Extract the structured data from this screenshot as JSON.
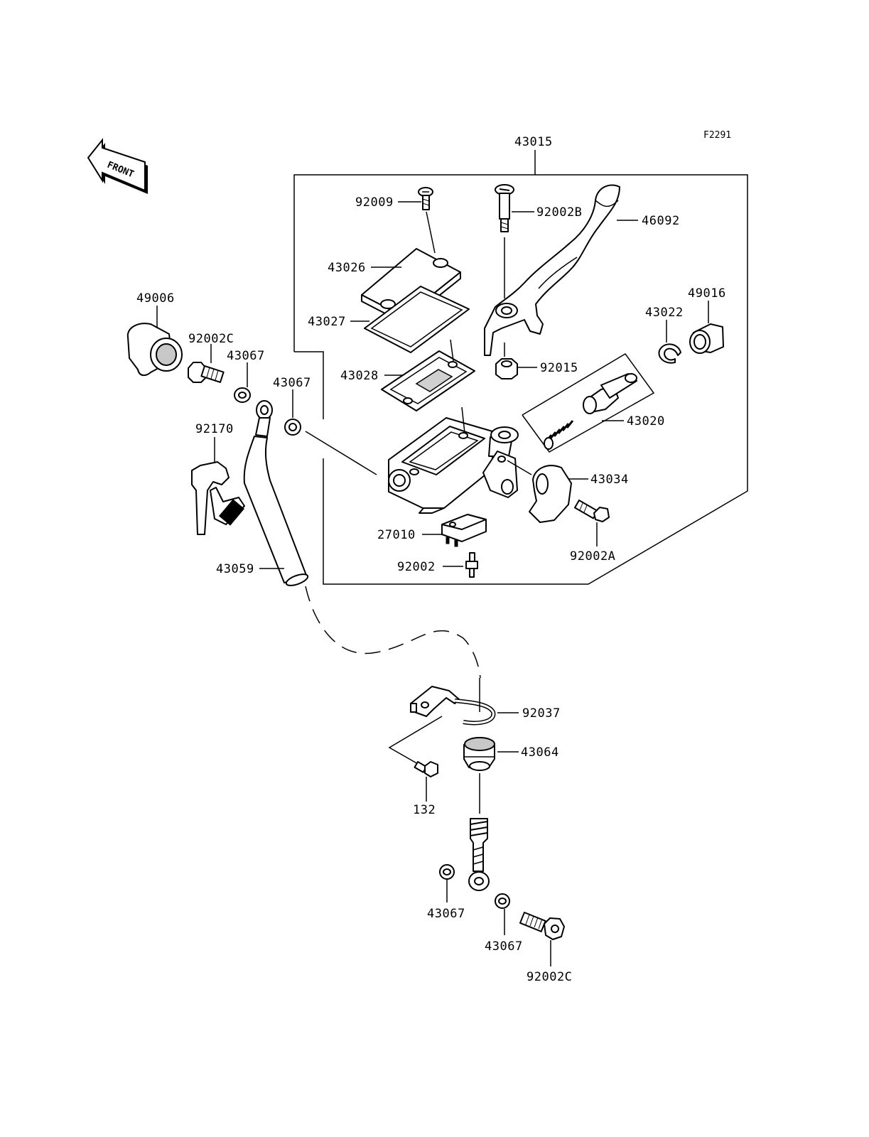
{
  "figure_code": "F2291",
  "front_arrow_label": "FRONT",
  "part_labels": {
    "assembly": "43015",
    "screw_cap": "92009",
    "bolt_lever_pivot": "92002B",
    "lever": "46092",
    "cap": "43026",
    "plate": "43027",
    "diaphragm": "43028",
    "boot_lever": "49006",
    "bolt_banjo_top": "92002C",
    "washer_top_left": "43067",
    "washer_top_right": "43067",
    "bracket_clamp": "92170",
    "hose": "43059",
    "circlip": "43022",
    "boot_piston": "49016",
    "nut_pivot": "92015",
    "piston_set": "43020",
    "holder_clamp": "43034",
    "switch": "27010",
    "bolt_switch": "92002",
    "bolt_clamp": "92002A",
    "clamp_hose": "92037",
    "bolt_bracket": "132",
    "grommet": "43064",
    "washer_bottom_left": "43067",
    "washer_bottom_right": "43067",
    "bolt_banjo_bottom": "92002C"
  }
}
